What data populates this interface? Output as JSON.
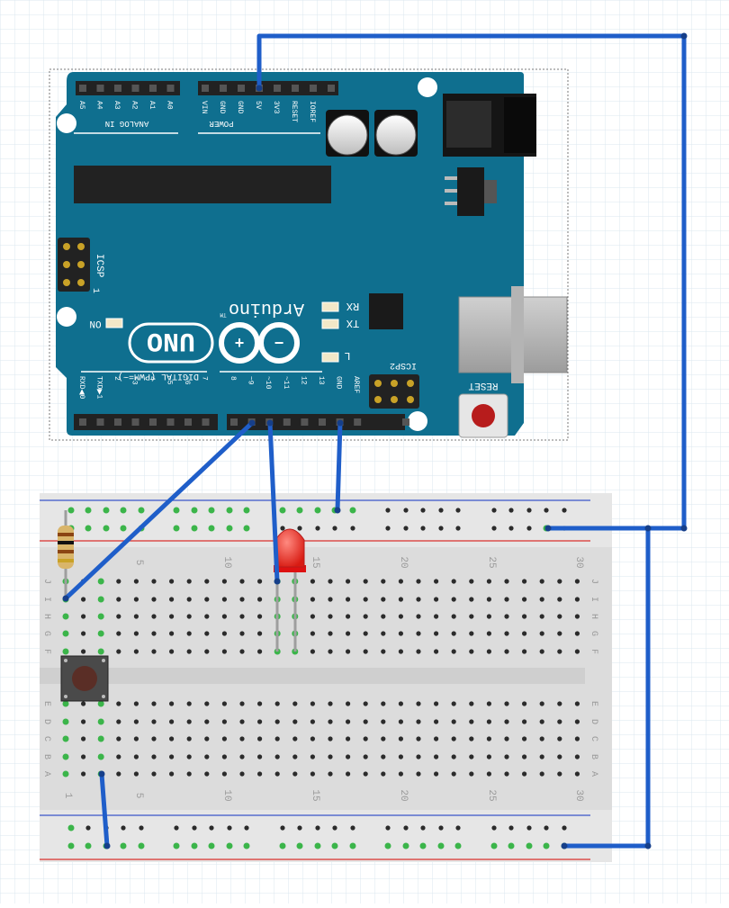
{
  "colors": {
    "grid": "#dbe7ef",
    "board": "#0f6f8f",
    "board_dark": "#0b5670",
    "header": "#222222",
    "breadboard": "#dcdcdc",
    "breadboard_rail": "#e8e8e8",
    "hole": "#2b2b2b",
    "hole_active": "#3bb54a",
    "wire": "#1f5ec9",
    "rail_red": "#d9302c",
    "rail_blue": "#3b55c9",
    "led": "#e8322a",
    "button_cap": "#5a2e26"
  },
  "arduino": {
    "analog_pins": [
      "A5",
      "A4",
      "A3",
      "A2",
      "A1",
      "A0"
    ],
    "analog_section_label": "ANALOG IN",
    "power_pins": [
      "VIN",
      "GND",
      "GND",
      "5V",
      "3V3",
      "RESET",
      "IOREF"
    ],
    "power_section_label": "POWER",
    "digital_pins": [
      "RXD◀0",
      "TXD▶1",
      "2",
      "~3",
      "4",
      "~5",
      "~6",
      "7",
      "8",
      "~9",
      "~10",
      "~11",
      "12",
      "13",
      "GND",
      "AREF"
    ],
    "digital_section_label": "DIGITAL (PWM=~)",
    "icsp_label": "ICSP",
    "icsp_num": "1",
    "icsp2_label": "ICSP2",
    "on_label": "ON",
    "rx_label": "RX",
    "tx_label": "TX",
    "l_label": "L",
    "brand": "Arduino",
    "tm": "TM",
    "model": "UNO",
    "reset_label": "RESET"
  },
  "breadboard": {
    "column_numbers": [
      "1",
      "5",
      "10",
      "15",
      "20",
      "25",
      "30"
    ],
    "top_row_letters": [
      "J",
      "I",
      "H",
      "G",
      "F"
    ],
    "bottom_row_letters": [
      "E",
      "D",
      "C",
      "B",
      "A"
    ]
  },
  "components": {
    "led": "red LED",
    "resistor": "resistor",
    "pushbutton": "pushbutton"
  }
}
